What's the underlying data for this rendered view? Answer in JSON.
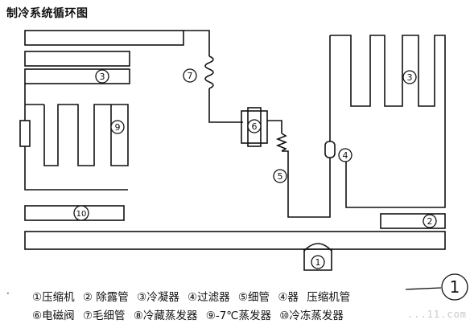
{
  "title": "制冷系统循环图",
  "callouts": {
    "c1": "1",
    "c2": "2",
    "c3a": "3",
    "c3b": "3",
    "c4": "4",
    "c5": "5",
    "c6": "6",
    "c7": "7",
    "c9": "9",
    "c10": "10",
    "c_big": "1"
  },
  "legend": {
    "row1": [
      "①压缩机",
      "② 除露管",
      "③冷凝器",
      "④过滤器",
      "⑤细管",
      "④器",
      "压缩机管"
    ],
    "row2": [
      "⑥电磁阀",
      "⑦毛细管",
      "⑧冷藏蒸发器",
      "⑨-7℃蒸发器",
      "⑩冷冻蒸发器"
    ]
  },
  "bullet": "·",
  "watermark": "...11.com"
}
